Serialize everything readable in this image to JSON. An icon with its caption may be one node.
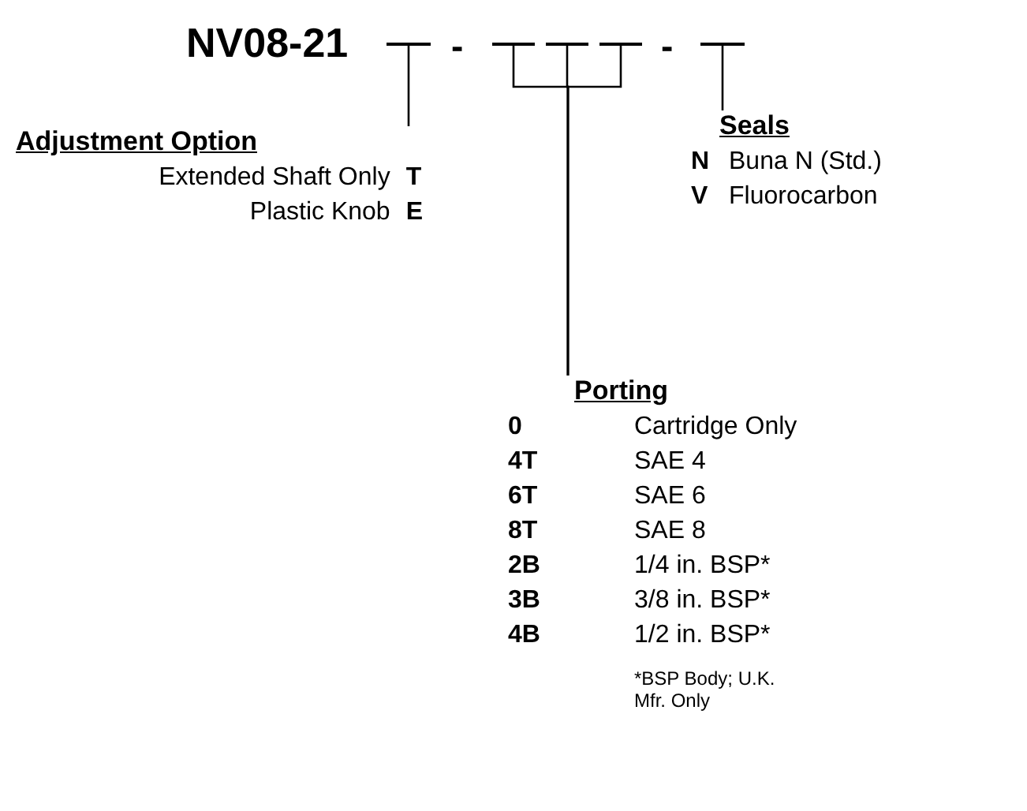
{
  "diagram": {
    "title": "NV08-21",
    "nodes": [
      {
        "text": [],
        "shape": "bar"
      },
      {
        "text": [],
        "shape": "bar"
      },
      {
        "text": [],
        "shape": "bar"
      },
      {
        "text": [],
        "shape": "bar"
      },
      {
        "text": [],
        "shape": "bar"
      },
      {
        "text": [
          "Adjustment Option",
          "Extended Shaft Only",
          "T",
          "Plastic Knob",
          "E"
        ]
      },
      {
        "text": [
          "Seals",
          "N",
          "Buna N (Std.)",
          "V",
          "Fluorocarbon"
        ]
      },
      {
        "text": [
          "Porting",
          "0",
          "Cartridge Only",
          "4T",
          "SAE 4",
          "6T",
          "SAE 6",
          "8T",
          "SAE 8",
          "2B",
          "1/4 in. BSP*",
          "3B",
          "3/8 in. BSP*",
          "4B",
          "1/2 in. BSP*"
        ],
        "beside": [
          "*BSP Body; U.K. Mfr. Only"
        ]
      }
    ],
    "edges": [
      {
        "from": 0,
        "to": 5,
        "arrow": "none"
      },
      {
        "from": 1,
        "to": 7,
        "arrow": "none"
      },
      {
        "from": 2,
        "to": 7,
        "arrow": "none"
      },
      {
        "from": 3,
        "to": 7,
        "arrow": "none"
      },
      {
        "from": 4,
        "to": 6,
        "arrow": "none"
      }
    ],
    "labels": [
      "-",
      "-"
    ]
  }
}
